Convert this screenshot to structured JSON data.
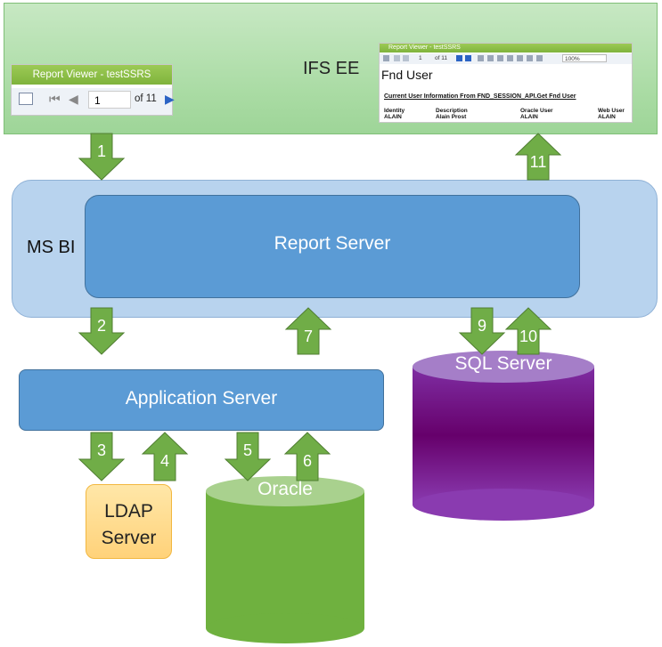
{
  "ifs_ee": {
    "label": "IFS EE"
  },
  "report_viewer_small": {
    "title": "Report Viewer - testSSRS",
    "page": "1",
    "of": "of 11"
  },
  "report_viewer_large": {
    "title": "Report Viewer - testSSRS",
    "page": "1",
    "of": "of 11",
    "zoom": "100%",
    "heading": "Fnd User",
    "subheading": "Current User Information From FND_SESSION_API.Get Fnd User",
    "columns": [
      {
        "header": "Identity",
        "value": "ALAIN"
      },
      {
        "header": "Description",
        "value": "Alain Prost"
      },
      {
        "header": "Oracle User",
        "value": "ALAIN"
      },
      {
        "header": "Web User",
        "value": "ALAIN"
      }
    ]
  },
  "ms_bi": {
    "label": "MS BI"
  },
  "report_server": {
    "label": "Report Server"
  },
  "application_server": {
    "label": "Application Server"
  },
  "ldap": {
    "line1": "LDAP",
    "line2": "Server"
  },
  "oracle": {
    "label": "Oracle"
  },
  "sql_server": {
    "label": "SQL Server"
  },
  "arrows": [
    {
      "num": "1",
      "dir": "down"
    },
    {
      "num": "2",
      "dir": "down"
    },
    {
      "num": "3",
      "dir": "down"
    },
    {
      "num": "4",
      "dir": "up"
    },
    {
      "num": "5",
      "dir": "down"
    },
    {
      "num": "6",
      "dir": "up"
    },
    {
      "num": "7",
      "dir": "up"
    },
    {
      "num": "9",
      "dir": "down"
    },
    {
      "num": "10",
      "dir": "up"
    },
    {
      "num": "11",
      "dir": "up"
    }
  ],
  "colors": {
    "arrow": "#70ad47",
    "box_blue": "#5b9bd5",
    "oracle_green": "#70ad47",
    "sql_purple": "#7030a0"
  }
}
